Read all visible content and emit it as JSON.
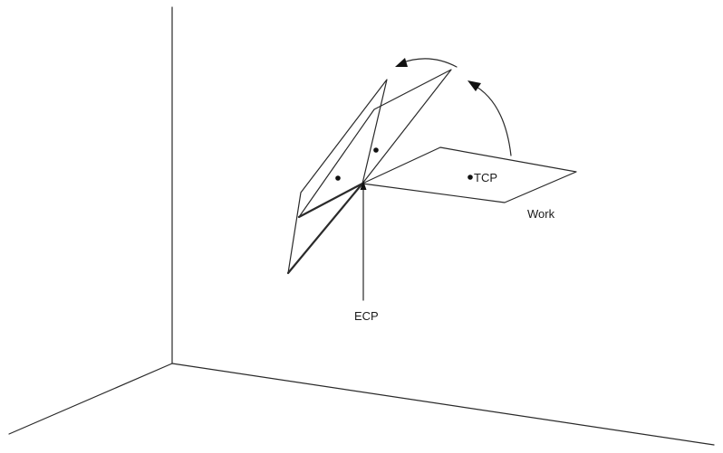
{
  "labels": {
    "tcp": "TCP",
    "work": "Work",
    "ecp": "ECP"
  }
}
